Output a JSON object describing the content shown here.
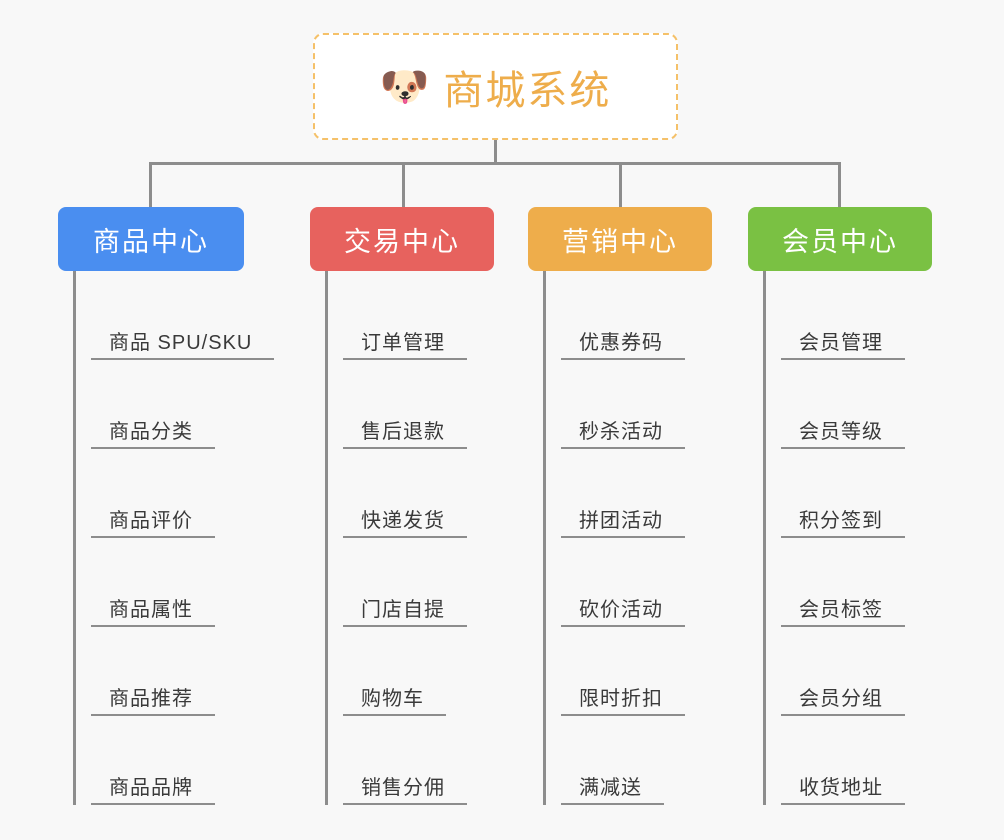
{
  "page": {
    "background_color": "#f8f8f8",
    "type": "mindmap"
  },
  "root": {
    "icon": "🐶",
    "icon_name": "shiba-dog-face-icon",
    "title": "商城系统",
    "text_color": "#eead4b",
    "border_color": "#f5c169",
    "background_color": "#ffffff"
  },
  "connector_color": "#8d8d8d",
  "branches": [
    {
      "id": "product-center",
      "label": "商品中心",
      "color": "#4a8ef0",
      "items": [
        "商品 SPU/SKU",
        "商品分类",
        "商品评价",
        "商品属性",
        "商品推荐",
        "商品品牌"
      ]
    },
    {
      "id": "trade-center",
      "label": "交易中心",
      "color": "#e7625e",
      "items": [
        "订单管理",
        "售后退款",
        "快递发货",
        "门店自提",
        "购物车",
        "销售分佣"
      ]
    },
    {
      "id": "marketing-center",
      "label": "营销中心",
      "color": "#eead4b",
      "items": [
        "优惠券码",
        "秒杀活动",
        "拼团活动",
        "砍价活动",
        "限时折扣",
        "满减送"
      ]
    },
    {
      "id": "member-center",
      "label": "会员中心",
      "color": "#7ac143",
      "items": [
        "会员管理",
        "会员等级",
        "积分签到",
        "会员标签",
        "会员分组",
        "收货地址"
      ]
    }
  ]
}
